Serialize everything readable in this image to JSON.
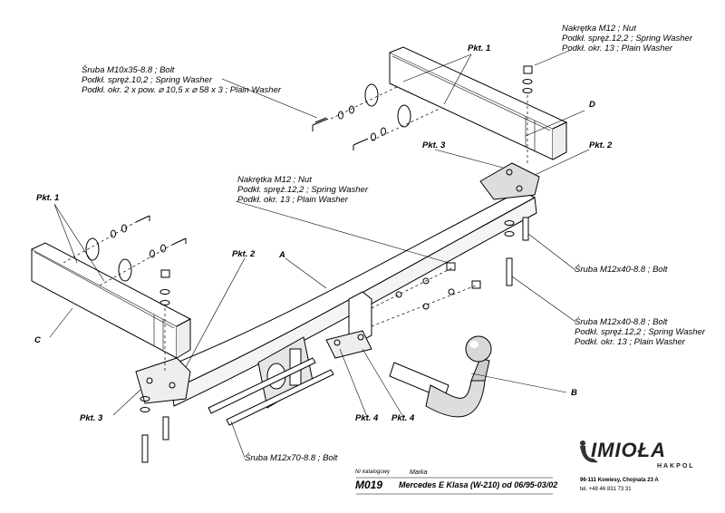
{
  "labels": {
    "nut_top_right": [
      "Nakrętka M12 ; Nut",
      "Podkł. spręż.12,2 ; Spring Washer",
      "Podkł. okr. 13 ; Plain Washer"
    ],
    "bolt_top_left": [
      "Śruba M10x35-8.8 ; Bolt",
      "Podkł. spręż.10,2 ; Spring Washer",
      "Podkł. okr. 2 x pow. ⌀ 10,5 x ⌀ 58 x 3 ; Plain Washer"
    ],
    "nut_center": [
      "Nakrętka M12 ; Nut",
      "Podkł. spręż.12,2 ; Spring Washer",
      "Podkł. okr. 13 ; Plain Washer"
    ],
    "bolt_right_1": "Śruba M12x40-8.8 ; Bolt",
    "bolt_right_2": [
      "Śruba M12x40-8.8 ; Bolt",
      "Podkł. spręż.12,2 ; Spring Washer",
      "Podkł. okr. 13 ; Plain Washer"
    ],
    "bolt_bottom": "Śruba M12x70-8.8 ; Bolt",
    "pkt1_top": "Pkt. 1",
    "pkt1_left": "Pkt. 1",
    "pkt2_right": "Pkt. 2",
    "pkt2_left": "Pkt. 2",
    "pkt3_right": "Pkt. 3",
    "pkt3_left": "Pkt. 3",
    "pkt4_a": "Pkt. 4",
    "pkt4_b": "Pkt. 4",
    "part_a": "A",
    "part_b": "B",
    "part_c": "C",
    "part_d": "D"
  },
  "footer": {
    "catalog_label": "Nr katalogowy",
    "brand_label": "Marka",
    "catalog_number": "M019",
    "model": "Mercedes E Klasa (W-210)   od  06/95-03/02",
    "company": "IMIOŁA",
    "company_sub": "HAKPOL",
    "address": "96-111 Kowiesy, Chojnata 23 A",
    "phone": "tel. +48 46 831 73 31"
  },
  "colors": {
    "ink": "#000000",
    "part_fill": "#ffffff",
    "shade": "#dddddd",
    "brand": "#222222"
  }
}
